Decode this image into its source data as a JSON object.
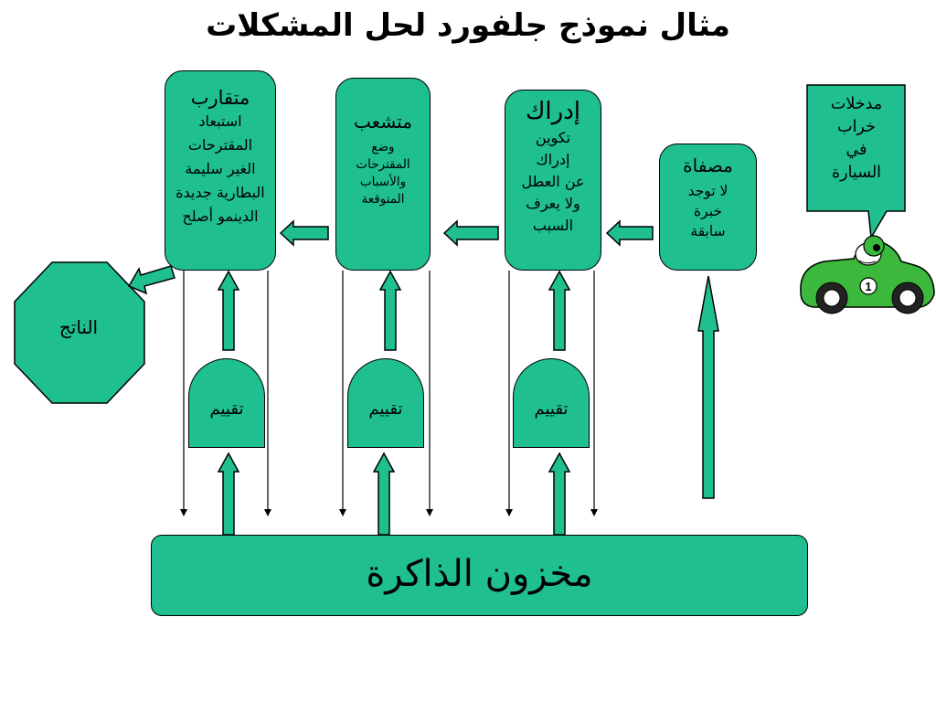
{
  "title": "مثال نموذج جلفورد لحل المشكلات",
  "stages": {
    "converge": {
      "heading": "متقارب",
      "lines": [
        "استبعاد",
        "المقترحات",
        "الغير سليمة",
        "البطارية جديدة",
        "الدينمو أصلح"
      ]
    },
    "diverge": {
      "heading": "متشعب",
      "lines": [
        "وضع",
        "المقترحات",
        "والأسباب",
        "المتوقعة"
      ]
    },
    "perceive": {
      "heading": "إدراك",
      "lines": [
        "تكوين",
        "إدراك",
        "عن العطل",
        "ولا يعرف",
        "السبب"
      ]
    },
    "filter": {
      "heading": "مصفاة",
      "lines": [
        "لا توجد",
        "خبرة",
        "سابقة"
      ]
    }
  },
  "evaluation_label": "تقييم",
  "memory_label": "مخزون الذاكرة",
  "result_label": "الناتج",
  "inputs_callout": [
    "مدخلات",
    "خراب",
    "في",
    "السيارة"
  ],
  "car_number": "1",
  "colors": {
    "box_fill": "#1fbf8f",
    "car_body": "#3cb83c",
    "outline": "#000000"
  }
}
